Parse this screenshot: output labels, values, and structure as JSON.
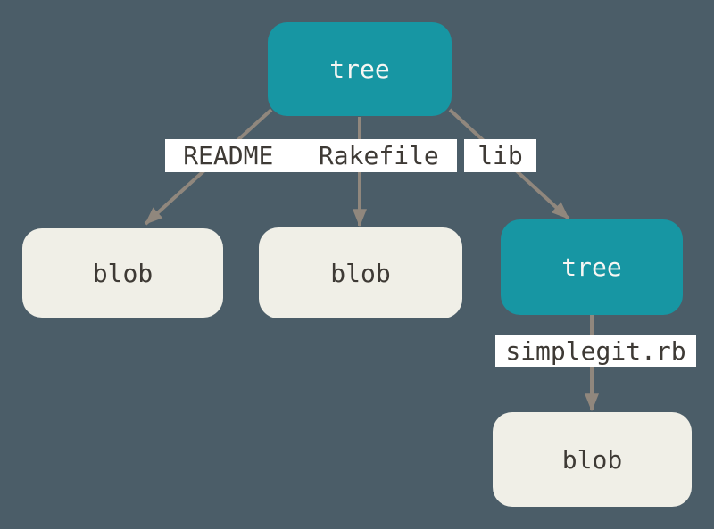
{
  "colors": {
    "background": "#4b5d68",
    "tree_fill": "#1796a3",
    "blob_fill": "#f0efe7",
    "edge_label_fill": "#ffffff",
    "arrow": "#90877d",
    "tree_text": "#f7f6f3",
    "dark_text": "#3e3a35"
  },
  "nodes": [
    {
      "id": "root-tree",
      "type": "tree",
      "label": "tree"
    },
    {
      "id": "readme-blob",
      "type": "blob",
      "label": "blob"
    },
    {
      "id": "rakefile-blob",
      "type": "blob",
      "label": "blob"
    },
    {
      "id": "lib-tree",
      "type": "tree",
      "label": "tree"
    },
    {
      "id": "simplegit-blob",
      "type": "blob",
      "label": "blob"
    }
  ],
  "edge_labels": [
    {
      "id": "readme-rakefile",
      "text": "README   Rakefile"
    },
    {
      "id": "lib",
      "text": "lib"
    },
    {
      "id": "simplegit",
      "text": "simplegit.rb"
    }
  ]
}
